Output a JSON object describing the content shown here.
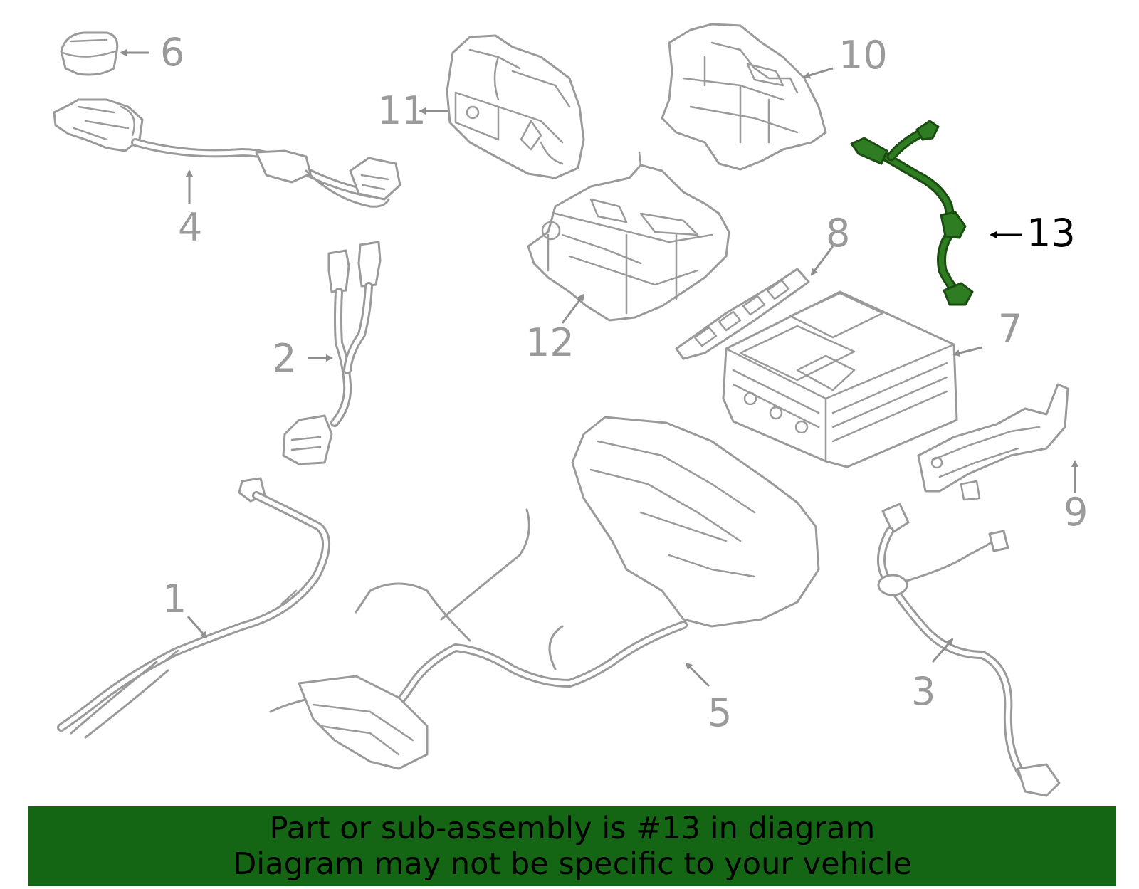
{
  "diagram": {
    "callouts": [
      {
        "id": "1",
        "label": "1"
      },
      {
        "id": "2",
        "label": "2"
      },
      {
        "id": "3",
        "label": "3"
      },
      {
        "id": "4",
        "label": "4"
      },
      {
        "id": "5",
        "label": "5"
      },
      {
        "id": "6",
        "label": "6"
      },
      {
        "id": "7",
        "label": "7"
      },
      {
        "id": "8",
        "label": "8"
      },
      {
        "id": "9",
        "label": "9"
      },
      {
        "id": "10",
        "label": "10"
      },
      {
        "id": "11",
        "label": "11"
      },
      {
        "id": "12",
        "label": "12"
      },
      {
        "id": "13",
        "label": "13"
      }
    ],
    "highlighted_part": "13",
    "highlight_color": "#2f7d22"
  },
  "banner": {
    "line1": "Part or sub-assembly is #13 in diagram",
    "line2": "Diagram may not be specific to your vehicle",
    "background_color": "#146614"
  }
}
